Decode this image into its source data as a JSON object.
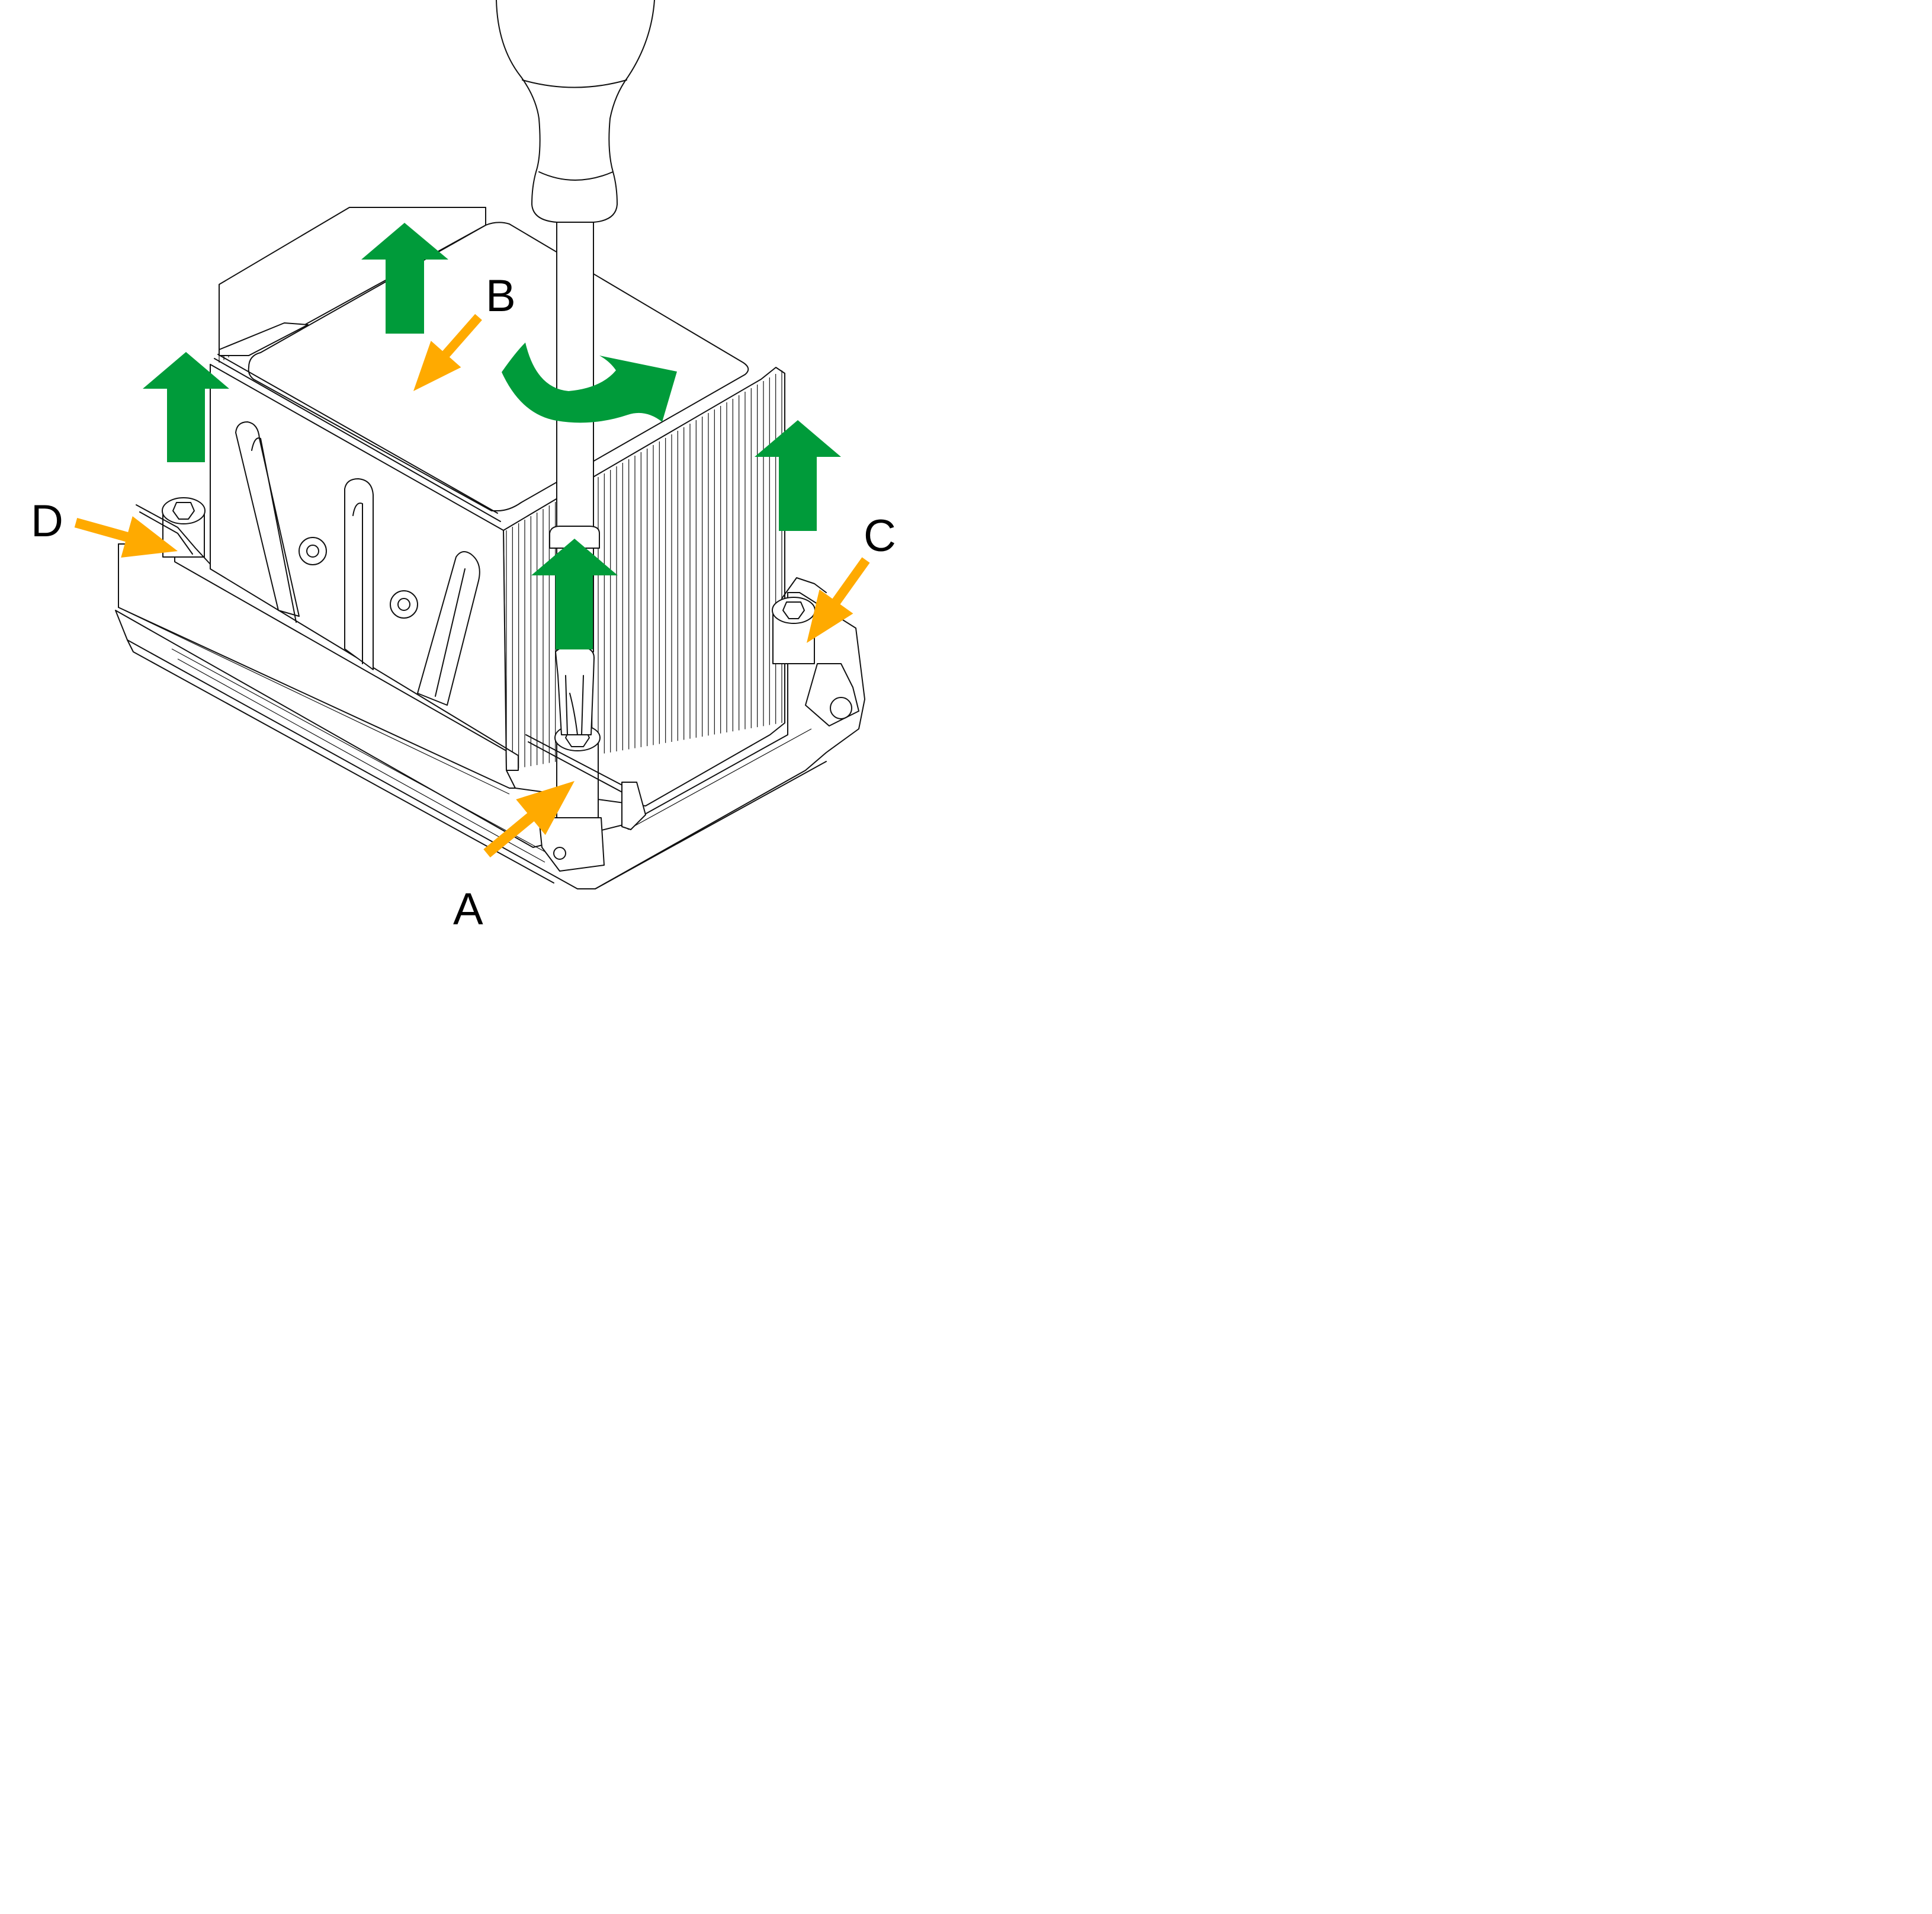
{
  "figure": {
    "labels": [
      {
        "id": "A",
        "text": "A"
      },
      {
        "id": "B",
        "text": "B"
      },
      {
        "id": "C",
        "text": "C"
      },
      {
        "id": "D",
        "text": "D"
      }
    ],
    "colors": {
      "callout_arrow": "#FFAA00",
      "motion_arrow": "#009B3A",
      "line": "#111111",
      "background": "#FFFFFF"
    },
    "icons": {
      "tool": "screwdriver-icon",
      "rotation": "rotate-clockwise-icon",
      "lift": "arrow-up-icon"
    }
  }
}
